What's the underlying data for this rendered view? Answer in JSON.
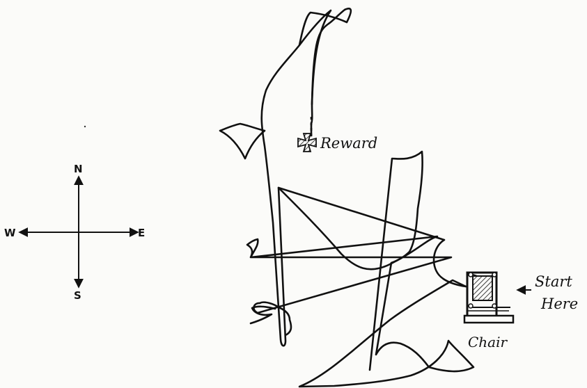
{
  "compass": {
    "north": "N",
    "south": "S",
    "east": "E",
    "west": "W"
  },
  "labels": {
    "reward": "Reward",
    "start_line1": "Start",
    "start_line2": "Here",
    "chair": "Chair"
  },
  "icons": {
    "reward": "cross-patty-reward-icon",
    "chair": "chair-box-icon"
  },
  "colors": {
    "ink": "#111111",
    "paper": "#fbfbf9"
  }
}
